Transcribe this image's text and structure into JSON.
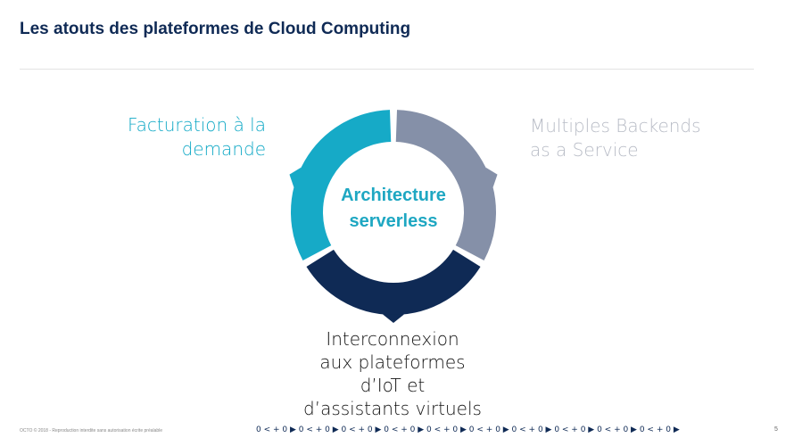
{
  "title": "Les atouts des plateformes de Cloud Computing",
  "center": {
    "line1": "Architecture",
    "line2": "serverless"
  },
  "labels": {
    "left": {
      "line1": "Facturation à la",
      "line2": "demande"
    },
    "right": {
      "line1": "Multiples Backends",
      "line2": "as a Service"
    },
    "bottom": {
      "line1": "Interconnexion",
      "line2": "aux plateformes",
      "line3": "d’IoT et",
      "line4": "d’assistants virtuels"
    }
  },
  "colors": {
    "cyan": "#16aac7",
    "gray": "#8590a8",
    "navy": "#0f2a55"
  },
  "footer": {
    "copyright": "OCTO © 2018 - Reproduction interdite sans autorisation écrite préalable",
    "pattern": "0 < + 0 ▶ 0 < + 0 ▶ 0 < + 0 ▶ 0 < + 0 ▶ 0 < + 0 ▶ 0 < + 0 ▶ 0 < + 0 ▶ 0 < + 0 ▶ 0 < + 0 ▶ 0 < + 0 ▶",
    "page": "5"
  }
}
